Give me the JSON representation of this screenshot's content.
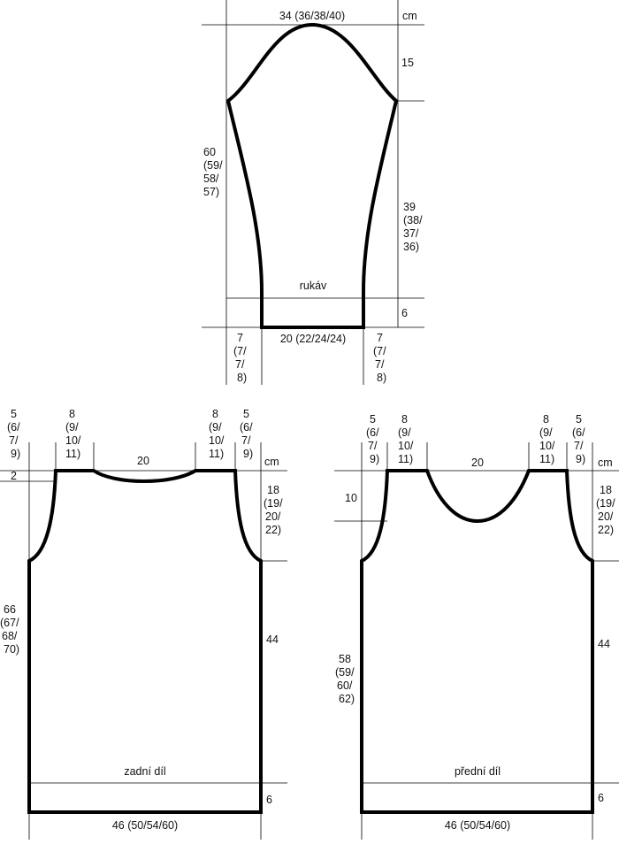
{
  "sleeve": {
    "label": "rukáv",
    "unit": "cm",
    "top_width": "34 (36/38/40)",
    "cap_height": "15",
    "total_length": [
      "60",
      "(59/",
      "58/",
      "57)"
    ],
    "side_length": [
      "39",
      "(38/",
      "37/",
      "36)"
    ],
    "cuff_height": "6",
    "cuff_width": "20 (22/24/24)",
    "left_taper": [
      "7",
      "(7/",
      "7/",
      "8)"
    ],
    "right_taper": [
      "7",
      "(7/",
      "7/",
      "8)"
    ]
  },
  "back": {
    "label": "zadní díl",
    "unit": "cm",
    "neck_width": "20",
    "neck_depth": "2",
    "shoulder_left": [
      "8",
      "(9/",
      "10/",
      "11)"
    ],
    "shoulder_right": [
      "8",
      "(9/",
      "10/",
      "11)"
    ],
    "armhole_left": [
      "5",
      "(6/",
      "7/",
      "9)"
    ],
    "armhole_right": [
      "5",
      "(6/",
      "7/",
      "9)"
    ],
    "armhole_height": [
      "18",
      "(19/",
      "20/",
      "22)"
    ],
    "total_length": [
      "66",
      "(67/",
      "68/",
      "70)"
    ],
    "side_length": "44",
    "hem_height": "6",
    "width": "46 (50/54/60)"
  },
  "front": {
    "label": "přední díl",
    "unit": "cm",
    "neck_width": "20",
    "neck_depth": "10",
    "shoulder_left": [
      "8",
      "(9/",
      "10/",
      "11)"
    ],
    "shoulder_right": [
      "8",
      "(9/",
      "10/",
      "11)"
    ],
    "armhole_left": [
      "5",
      "(6/",
      "7/",
      "9)"
    ],
    "armhole_right": [
      "5",
      "(6/",
      "7/",
      "9)"
    ],
    "armhole_height": [
      "18",
      "(19/",
      "20/",
      "22)"
    ],
    "total_length": [
      "58",
      "(59/",
      "60/",
      "62)"
    ],
    "side_length": "44",
    "hem_height": "6",
    "width": "46 (50/54/60)"
  }
}
